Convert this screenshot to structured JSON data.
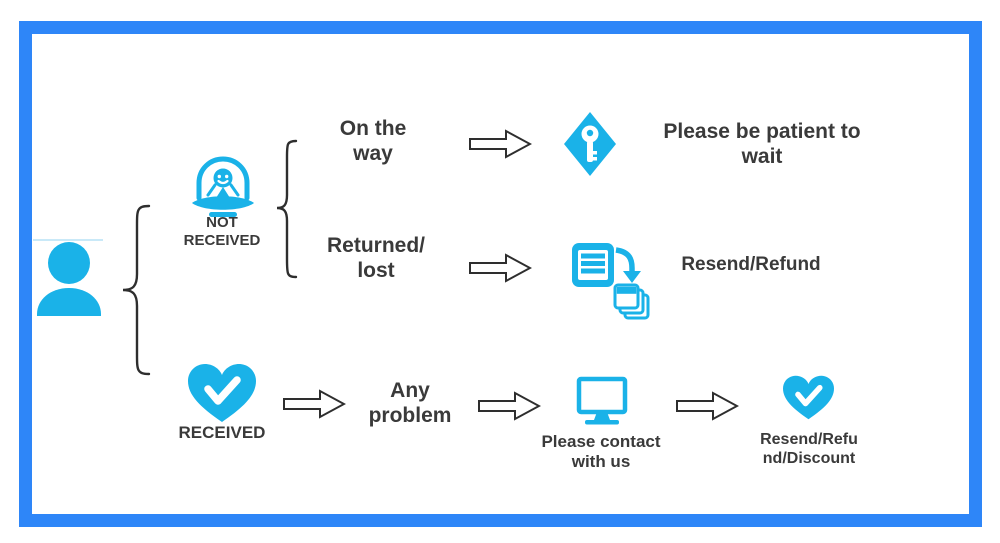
{
  "colors": {
    "accent": "#1ab2e8",
    "frame": "#2e86f8",
    "text": "#3a3a3a",
    "line": "#2e2e2e"
  },
  "icons": {
    "customer": "user-icon",
    "not_received": "alien-ufo-icon",
    "wait": "key-icon",
    "resend": "resend-documents-icon",
    "received": "heart-check-icon",
    "contact": "monitor-icon",
    "discount": "heart-check-icon",
    "connector": "block-arrow-icon"
  },
  "nodes": {
    "not_received": {
      "label": "NOT\nRECEIVED"
    },
    "on_the_way": {
      "label": "On the\nway"
    },
    "wait": {
      "label": "Please be patient to\nwait"
    },
    "returned_lost": {
      "label": "Returned/\nlost"
    },
    "resend_refund": {
      "label": "Resend/Refund"
    },
    "received": {
      "label": "RECEIVED"
    },
    "any_problem": {
      "label": "Any\nproblem"
    },
    "contact": {
      "label": "Please contact\nwith us"
    },
    "resend_refund_discount": {
      "label": "Resend/Refu\nnd/Discount"
    }
  }
}
